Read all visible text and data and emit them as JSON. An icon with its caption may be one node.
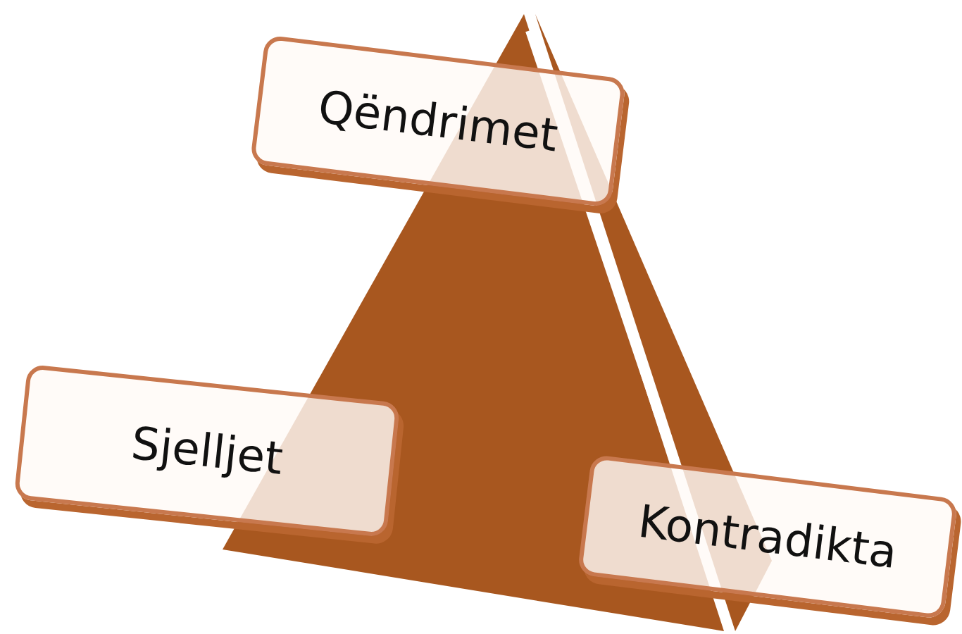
{
  "diagram": {
    "nodes": [
      {
        "text": [
          "Qëndrimet"
        ]
      },
      {
        "text": [
          "Sjelljet"
        ]
      },
      {
        "text": [
          "Kontradikta"
        ]
      }
    ]
  }
}
